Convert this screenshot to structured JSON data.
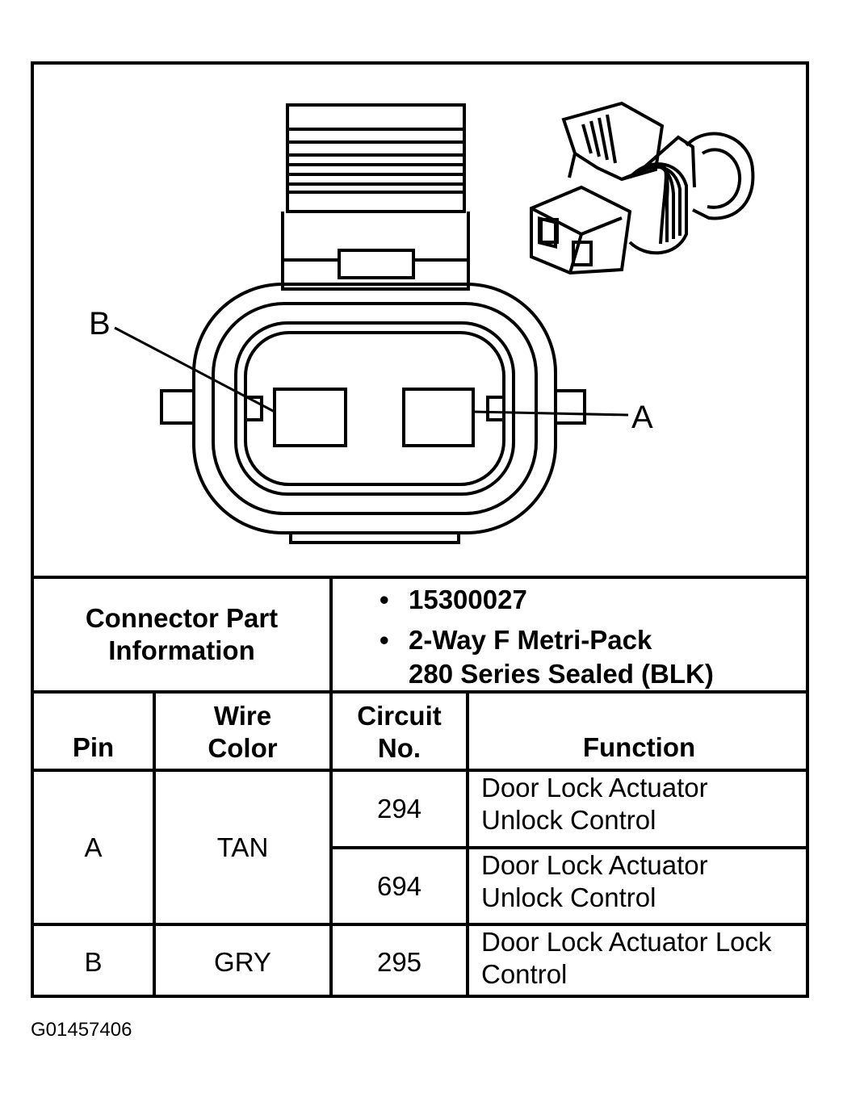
{
  "diagram": {
    "pin_labels": {
      "a": "A",
      "b": "B"
    }
  },
  "part_info": {
    "header": [
      "Connector Part",
      "Information"
    ],
    "items": [
      "15300027",
      "2-Way F Metri-Pack",
      "280 Series Sealed (BLK)"
    ]
  },
  "table": {
    "headers": {
      "pin": "Pin",
      "wire_color": [
        "Wire",
        "Color"
      ],
      "circuit": [
        "Circuit",
        "No."
      ],
      "function": "Function"
    },
    "rows": [
      {
        "pin": "A",
        "wire": "TAN",
        "circuits": [
          {
            "no": "294",
            "function": [
              "Door Lock Actuator",
              "Unlock Control"
            ]
          },
          {
            "no": "694",
            "function": [
              "Door Lock Actuator",
              "Unlock Control"
            ]
          }
        ]
      },
      {
        "pin": "B",
        "wire": "GRY",
        "circuits": [
          {
            "no": "295",
            "function": [
              "Door Lock Actuator Lock",
              "Control"
            ]
          }
        ]
      }
    ]
  },
  "figure_id": "G01457406"
}
